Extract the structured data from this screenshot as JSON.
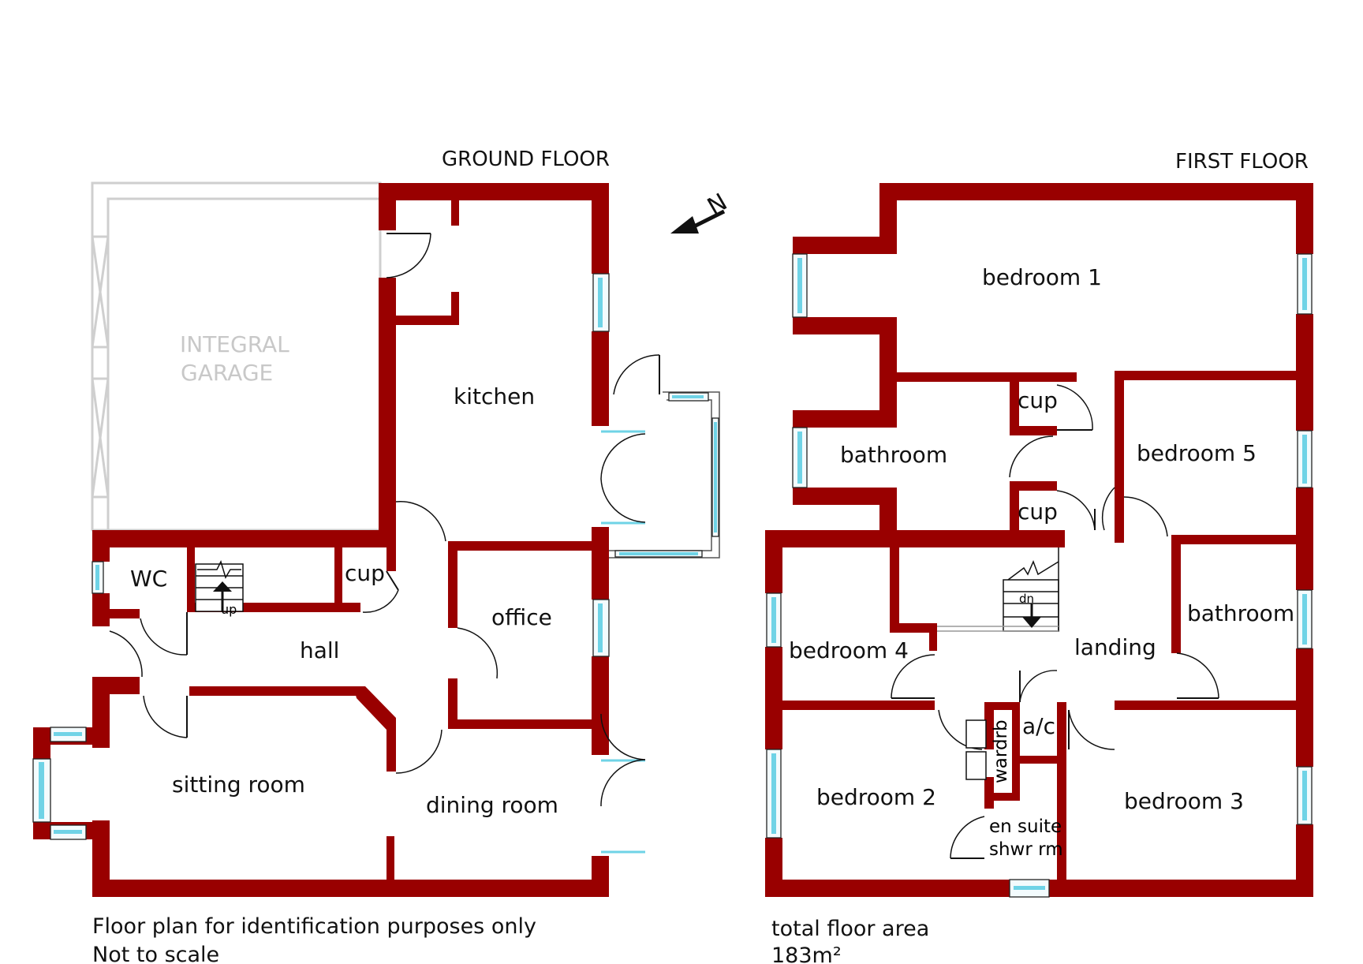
{
  "ground_floor": {
    "title": "GROUND FLOOR",
    "rooms": {
      "garage_line1": "INTEGRAL",
      "garage_line2": "GARAGE",
      "kitchen": "kitchen",
      "wc": "WC",
      "cup": "cup",
      "hall": "hall",
      "office": "office",
      "sitting_room": "sitting room",
      "dining_room": "dining room",
      "stairs_up": "up"
    }
  },
  "first_floor": {
    "title": "FIRST FLOOR",
    "rooms": {
      "bedroom1": "bedroom 1",
      "bathroom_left": "bathroom",
      "cup_top": "cup",
      "cup_bottom": "cup",
      "bedroom5": "bedroom 5",
      "bedroom4": "bedroom 4",
      "landing": "landing",
      "bathroom_right": "bathroom",
      "wardrobe": "wardrb",
      "airing_cupboard": "a/c",
      "bedroom2": "bedroom 2",
      "ensuite_line1": "en suite",
      "ensuite_line2": "shwr rm",
      "bedroom3": "bedroom 3",
      "stairs_down": "dn"
    }
  },
  "compass": {
    "label": "N"
  },
  "notes": {
    "line1": "Floor plan for identification purposes only",
    "line2": "Not to scale"
  },
  "area": {
    "label": "total floor area",
    "value": "183m²"
  },
  "colors": {
    "wall": "#990000",
    "glass": "#6fd3e6"
  }
}
